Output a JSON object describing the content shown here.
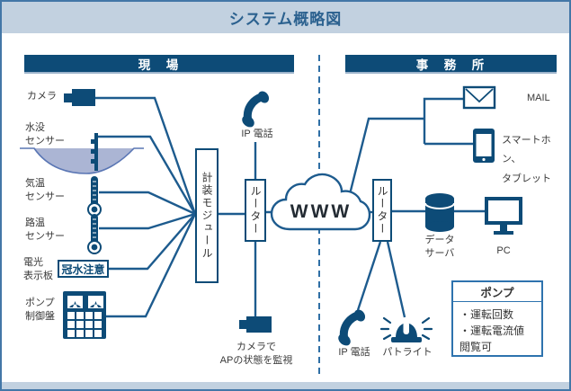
{
  "title": "システム概略図",
  "colors": {
    "primary_blue": "#0d4b77",
    "line_blue": "#1d5b8e",
    "header_bg": "#c2d1e0",
    "water_fill": "#abb5d4",
    "sign_text": "#0d4b77"
  },
  "sections": {
    "field_label": "現　場",
    "office_label": "事　務　所"
  },
  "field": {
    "camera_label": "カメラ",
    "flood_sensor_label": "水没\nセンサー",
    "air_temp_label": "気温\nセンサー",
    "road_temp_label": "路温\nセンサー",
    "display_board_label": "電光\n表示板",
    "display_board_sign": "冠水注意",
    "pump_panel_label": "ポンプ\n制御盤",
    "module_label": "計装モジュール",
    "router_label": "ルーター",
    "ip_phone_label": "IP 電話",
    "ap_camera_label": "カメラで\nAPの状態を監視"
  },
  "internet": {
    "www_label": "WWW"
  },
  "office": {
    "router_label": "ルーター",
    "mail_label": "MAIL",
    "smart_device_label": "スマートホン、\nタブレット",
    "data_server_label": "データ\nサーバ",
    "pc_label": "PC",
    "ip_phone_label": "IP 電話",
    "patlite_label": "パトライト",
    "pump_info": {
      "title": "ポンプ",
      "item1": "・運転回数",
      "item2": "・運転電流値",
      "item3": "閲覧可"
    }
  }
}
